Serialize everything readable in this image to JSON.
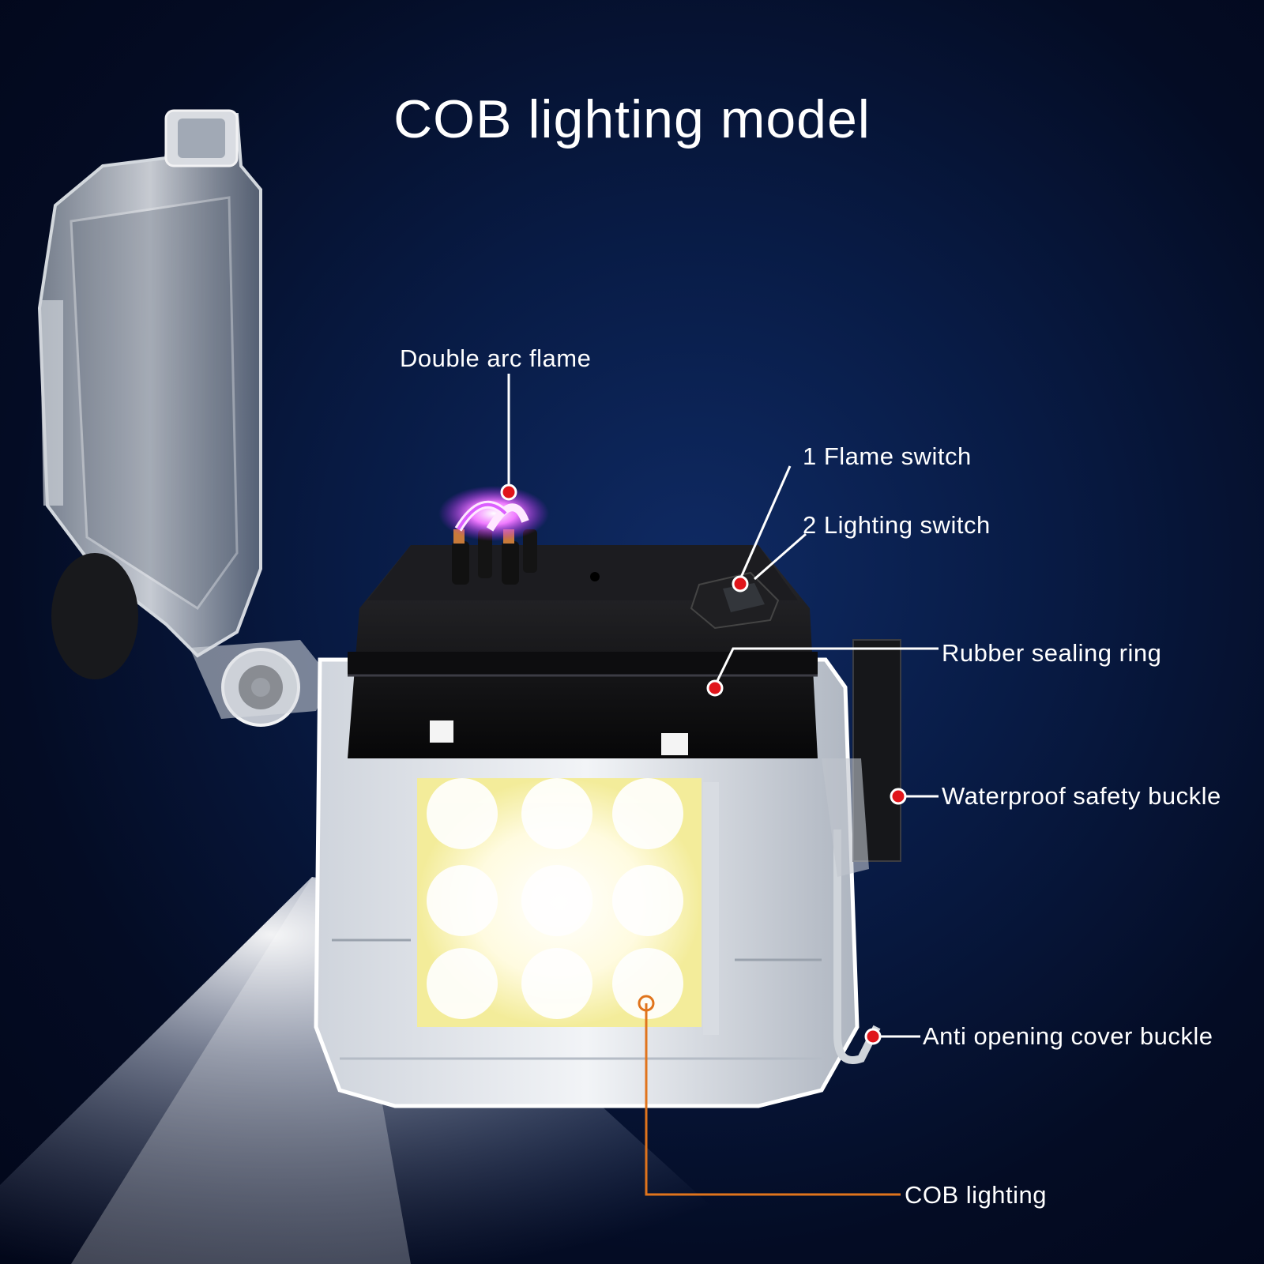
{
  "title": "COB lighting model",
  "callouts": {
    "double_arc_flame": "Double arc flame",
    "flame_switch": "1 Flame switch",
    "lighting_switch": "2 Lighting switch",
    "rubber_sealing_ring": "Rubber sealing ring",
    "waterproof_safety_buckle": "Waterproof safety buckle",
    "anti_opening_cover_buckle": "Anti opening cover buckle",
    "cob_lighting": "COB lighting"
  },
  "colors": {
    "background": "#061a44",
    "marker_red": "#e0151b",
    "leader_white": "#ffffff",
    "leader_orange": "#e0741c",
    "arc_purple": "#d23cff"
  }
}
